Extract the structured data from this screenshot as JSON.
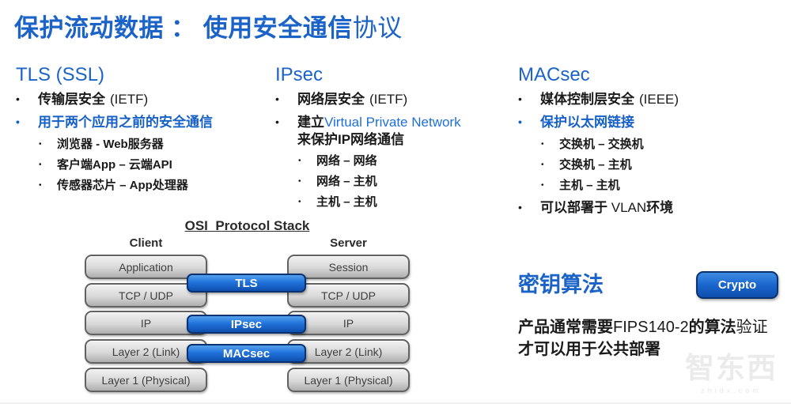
{
  "title": {
    "bold": "保护流动数据 ： 使用安全通信",
    "normal": "协议"
  },
  "columns": {
    "tls": {
      "heading": "TLS (SSL)",
      "b1_zh": "传输层安全",
      "b1_en": "(IETF)",
      "b2": "用于两个应用之前的安全通信",
      "sub1": "浏览器 - Web服务器",
      "sub2": "客户端App – 云端API",
      "sub3": "传感器芯片 – App处理器"
    },
    "ipsec": {
      "heading": "IPsec",
      "b1_zh": "网络层安全",
      "b1_en": "(IETF)",
      "b2_zh": "建立",
      "b2_en": "Virtual Private Network",
      "b2_cont": "来保护IP网络通信",
      "sub1": "网络 – 网络",
      "sub2": "网络 – 主机",
      "sub3": "主机 – 主机"
    },
    "macsec": {
      "heading": "MACsec",
      "b1_zh": "媒体控制层安全",
      "b1_en": "(IEEE)",
      "b2": "保护以太网链接",
      "sub1": "交换机 – 交换机",
      "sub2": "交换机 – 主机",
      "sub3": "主机 – 主机",
      "b3_zh1": "可以部署于 ",
      "b3_en": "VLAN",
      "b3_zh2": "环境"
    }
  },
  "diagram": {
    "title": "OSI  Protocol Stack",
    "client_label": "Client",
    "server_label": "Server",
    "client_layers": [
      "Application",
      "TCP / UDP",
      "IP",
      "Layer 2 (Link)",
      "Layer 1 (Physical)"
    ],
    "server_layers": [
      "Session",
      "TCP / UDP",
      "IP",
      "Layer 2 (Link)",
      "Layer 1 (Physical)"
    ],
    "protocols": [
      "TLS",
      "IPsec",
      "MACsec"
    ]
  },
  "crypto": {
    "heading": "密钥算法",
    "button_label": "Crypto",
    "p1_seg1": "产品通常需要",
    "p1_seg2": "FIPS140-2",
    "p1_seg3": "的算法",
    "p1_seg4": "验证",
    "p2": "才可以用于公共部署"
  },
  "watermark": {
    "logo": "智东西",
    "domain": "zhidx.com"
  },
  "colors": {
    "accent_blue": "#1B63C7",
    "bar_blue": "#2173DC",
    "box_gray": "#D8D8D8"
  }
}
